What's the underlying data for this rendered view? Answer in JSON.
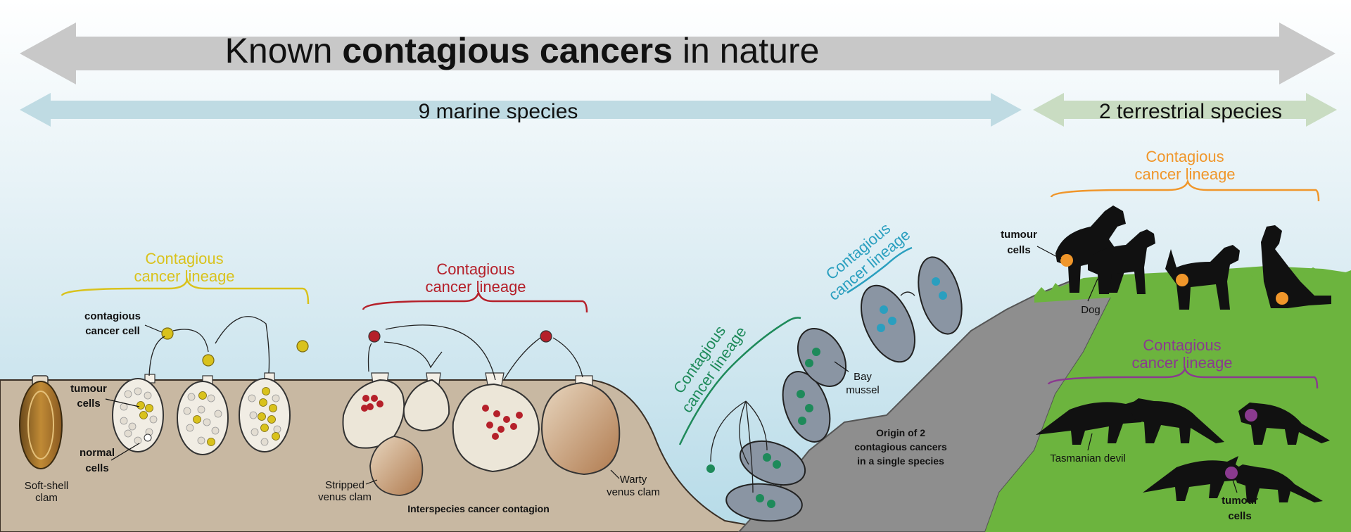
{
  "title": {
    "prefix": "Known ",
    "bold": "contagious cancers",
    "suffix": " in nature"
  },
  "marine_label": "9 marine species",
  "terrestrial_label": "2 terrestrial species",
  "lineage_text_line1": "Contagious",
  "lineage_text_line2": "cancer lineage",
  "soft_shell": {
    "name_line1": "Soft-shell",
    "name_line2": "clam",
    "contagious_line1": "contagious",
    "contagious_line2": "cancer cell",
    "tumour_line1": "tumour",
    "tumour_line2": "cells",
    "normal_line1": "normal",
    "normal_line2": "cells"
  },
  "venus": {
    "stripped_line1": "Stripped",
    "stripped_line2": "venus clam",
    "warty_line1": "Warty",
    "warty_line2": "venus clam",
    "caption": "Interspecies cancer contagion"
  },
  "mussel": {
    "name_line1": "Bay",
    "name_line2": "mussel",
    "origin_line1": "Origin of 2",
    "origin_line2": "contagious cancers",
    "origin_line3": "in a single species"
  },
  "dog": {
    "name": "Dog",
    "tumour_line1": "tumour",
    "tumour_line2": "cells"
  },
  "devil": {
    "name": "Tasmanian devil",
    "tumour_line1": "tumour",
    "tumour_line2": "cells"
  },
  "colors": {
    "yellow": "#d9c21c",
    "red": "#b5202a",
    "green": "#1e8a5a",
    "teal": "#2a9fbf",
    "orange": "#f0962a",
    "purple": "#8a3a8f",
    "sand": "#c8b8a2",
    "rock": "#8e8e8e",
    "grass": "#6cb43e"
  }
}
